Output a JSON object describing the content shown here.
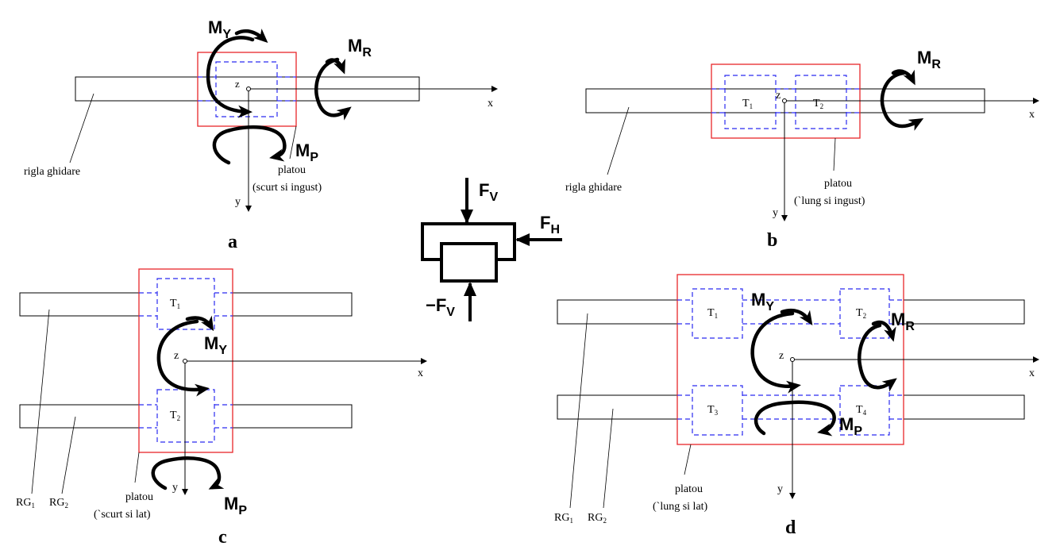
{
  "colors": {
    "plate": "#e8262a",
    "carriage": "#2b2bf0",
    "rail": "#000000"
  },
  "axes": {
    "x": "x",
    "y": "y",
    "z": "z"
  },
  "moments": {
    "my": {
      "main": "M",
      "sub": "Y"
    },
    "mr": {
      "main": "M",
      "sub": "R"
    },
    "mp": {
      "main": "M",
      "sub": "P"
    }
  },
  "forces": {
    "fv": {
      "main": "F",
      "sub": "V"
    },
    "fh": {
      "main": "F",
      "sub": "H"
    },
    "minus_fv": {
      "main": "−F",
      "sub": "V"
    }
  },
  "carriages": {
    "t1": {
      "main": "T",
      "sub": "1"
    },
    "t2": {
      "main": "T",
      "sub": "2"
    },
    "t3": {
      "main": "T",
      "sub": "3"
    },
    "t4": {
      "main": "T",
      "sub": "4"
    }
  },
  "rails": {
    "rg1": {
      "main": "RG",
      "sub": "1"
    },
    "rg2": {
      "main": "RG",
      "sub": "2"
    }
  },
  "panel_a": {
    "letter": "a",
    "rail_label": "rigla ghidare",
    "plate_label": "platou",
    "plate_desc": "(scurt si ingust)"
  },
  "panel_b": {
    "letter": "b",
    "rail_label": "rigla ghidare",
    "plate_label": "platou",
    "plate_desc": "(`lung si ingust)"
  },
  "panel_c": {
    "letter": "c",
    "plate_label": "platou",
    "plate_desc": "(`scurt si lat)"
  },
  "panel_d": {
    "letter": "d",
    "plate_label": "platou",
    "plate_desc": "(`lung si lat)"
  }
}
